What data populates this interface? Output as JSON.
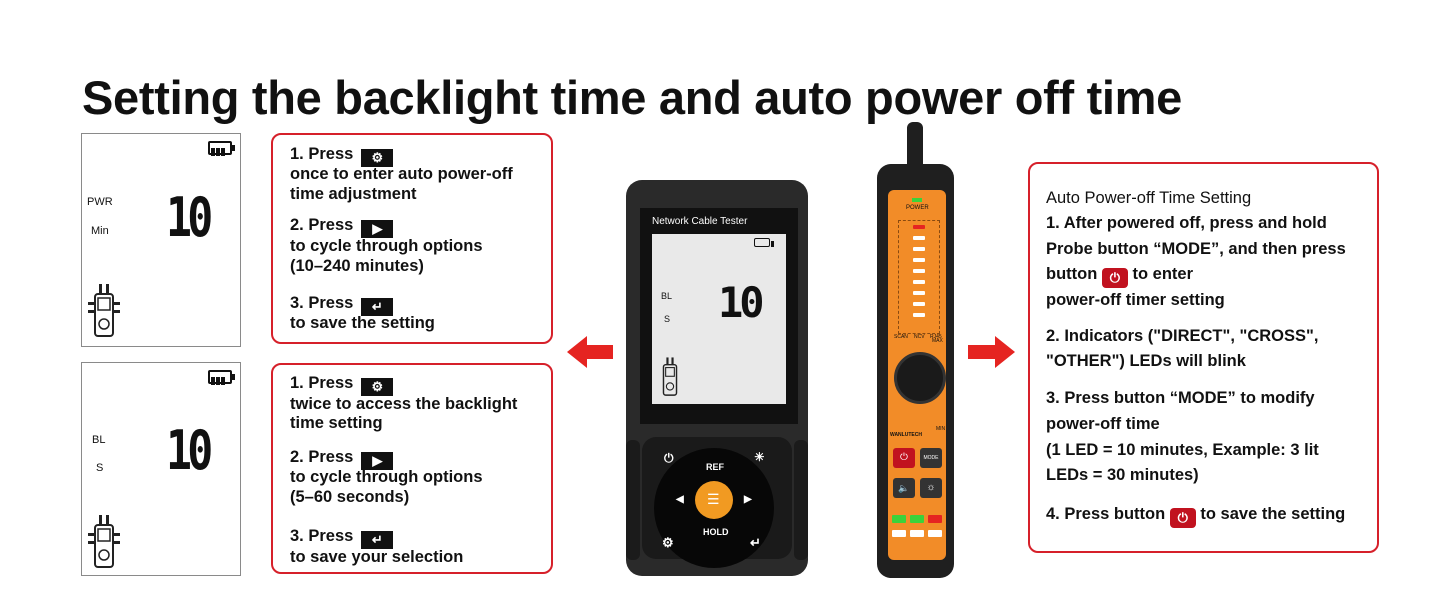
{
  "title": "Setting the backlight time and auto power off time",
  "panel_top": {
    "label1": "PWR",
    "label2": "Min",
    "value": "10"
  },
  "panel_bottom": {
    "label1": "BL",
    "label2": "S",
    "value": "10"
  },
  "box_power": {
    "s1a": "1. Press",
    "s1b": "once to enter auto power-off",
    "s1c": "time adjustment",
    "s2a": "2. Press",
    "s2b": "to cycle through options",
    "s2c": "(10–240 minutes)",
    "s3a": "3. Press",
    "s3b": "to save the setting"
  },
  "box_backlight": {
    "s1a": "1. Press",
    "s1b": "twice to access the backlight",
    "s1c": "time setting",
    "s2a": "2. Press",
    "s2b": "to cycle through options",
    "s2c": "(5–60 seconds)",
    "s3a": "3. Press",
    "s3b": "to save your selection"
  },
  "device": {
    "screen_title": "Network Cable Tester",
    "label1": "BL",
    "label2": "S",
    "value": "10",
    "ref": "REF",
    "hold": "HOLD"
  },
  "probe": {
    "power_label": "POWER",
    "scan": "SCAN",
    "ncv": "NCV",
    "rj45": "RJ45",
    "max": "MAX",
    "min": "MIN",
    "brand": "WANLUTECH",
    "mode": "MODE"
  },
  "box_probe": {
    "l1": "Auto Power-off Time Setting",
    "l2": "1. After powered off, press and hold",
    "l3": "Probe button “MODE”, and then press",
    "l4a": "button",
    "l4b": "to enter",
    "l5": "power-off timer setting",
    "l6": "2. Indicators (\"DIRECT\", \"CROSS\",",
    "l7": "\"OTHER\") LEDs will blink",
    "l8": "3. Press button “MODE” to modify",
    "l9": "power-off time",
    "l10": "(1 LED = 10 minutes, Example: 3 lit",
    "l11": "LEDs = 30 minutes)",
    "l12a": "4. Press button",
    "l12b": "to save the setting"
  },
  "icons": [
    "gear-icon",
    "play-icon",
    "enter-icon",
    "power-icon",
    "battery-icon",
    "tester-icon"
  ],
  "colors": {
    "accent_red": "#d6202a",
    "arrow_red": "#e52421",
    "device_orange": "#f19a22",
    "probe_orange": "#f28c28"
  }
}
